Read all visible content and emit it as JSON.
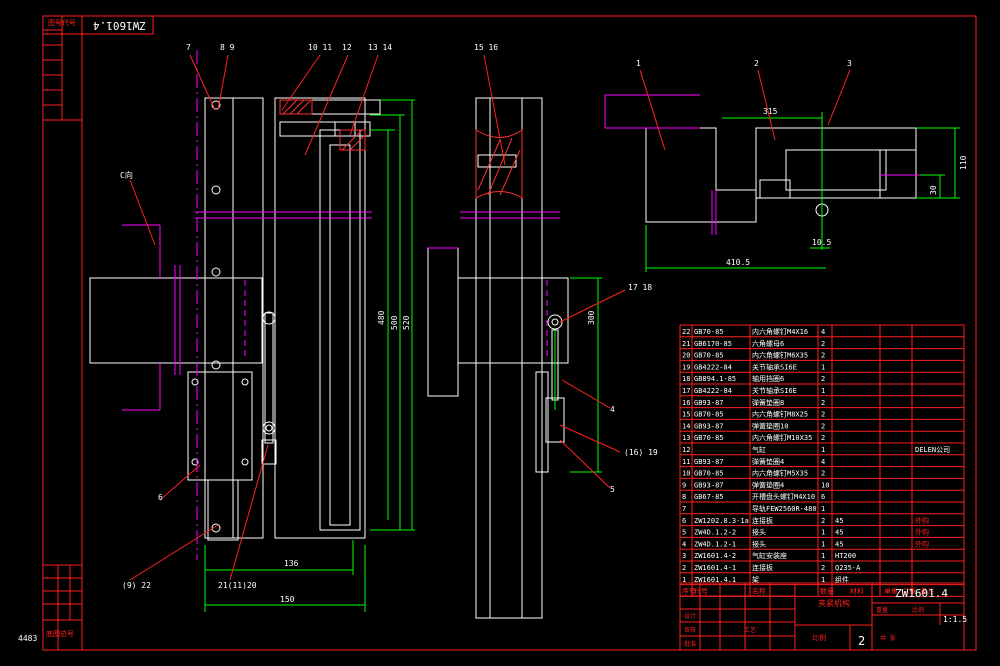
{
  "colors": {
    "background": "#000000",
    "frame": "#ff2020",
    "part": "#ffffff",
    "center": "#ff00ff",
    "dim": "#00ff00",
    "leader": "#ff2020",
    "hatch": "#ff3030",
    "text": "#ffffff"
  },
  "stamp_top": "ZW1601.4",
  "corner_number": "4483",
  "balloons_front": {
    "b7": "7",
    "b89": "8 9",
    "b1011": "10 11",
    "b12": "12",
    "b1314": "13 14",
    "b6": "6",
    "b22": "(9) 22",
    "b21": "21(11)20",
    "c_left": "C向"
  },
  "dims_front": {
    "d136": "136",
    "d150": "150",
    "d480": "480",
    "d500": "500",
    "d520": "520"
  },
  "balloons_side": {
    "b1516": "15 16",
    "b1718": "17 18",
    "b4": "4",
    "b19": "(16)  19",
    "b5": "5"
  },
  "dims_side": {
    "d300": "300"
  },
  "balloons_c": {
    "b1": "1",
    "b2": "2",
    "b3": "3"
  },
  "dims_c": {
    "d315": "315",
    "d110": "110",
    "d30": "30",
    "d105": "10.5",
    "d4105": "410.5"
  },
  "bom": [
    {
      "no": "22",
      "code": "GB70-85",
      "name": "内六角螺钉M4X16",
      "qty": "4",
      "mat": "",
      "remark": ""
    },
    {
      "no": "21",
      "code": "GB6170-85",
      "name": "六角螺母6",
      "qty": "2",
      "mat": "",
      "remark": ""
    },
    {
      "no": "20",
      "code": "GB70-85",
      "name": "内六角螺钉M6X35",
      "qty": "2",
      "mat": "",
      "remark": ""
    },
    {
      "no": "19",
      "code": "GB4222-84",
      "name": "关节轴承SI6E",
      "qty": "1",
      "mat": "",
      "remark": ""
    },
    {
      "no": "18",
      "code": "GB894.1-85",
      "name": "轴用挡圈6",
      "qty": "2",
      "mat": "",
      "remark": ""
    },
    {
      "no": "17",
      "code": "GB4222-84",
      "name": "关节轴承SI6E",
      "qty": "1",
      "mat": "",
      "remark": ""
    },
    {
      "no": "16",
      "code": "GB93-87",
      "name": "弹簧垫圈8",
      "qty": "2",
      "mat": "",
      "remark": ""
    },
    {
      "no": "15",
      "code": "GB70-85",
      "name": "内六角螺钉M8X25",
      "qty": "2",
      "mat": "",
      "remark": ""
    },
    {
      "no": "14",
      "code": "GB93-87",
      "name": "弹簧垫圈10",
      "qty": "2",
      "mat": "",
      "remark": ""
    },
    {
      "no": "13",
      "code": "GB70-85",
      "name": "内六角螺钉M10X35",
      "qty": "2",
      "mat": "",
      "remark": ""
    },
    {
      "no": "12",
      "code": "",
      "name": "气缸",
      "qty": "1",
      "mat": "",
      "remark": "DELEN公司"
    },
    {
      "no": "11",
      "code": "GB93-87",
      "name": "弹簧垫圈4",
      "qty": "4",
      "mat": "",
      "remark": ""
    },
    {
      "no": "10",
      "code": "GB70-85",
      "name": "内六角螺钉M5X35",
      "qty": "2",
      "mat": "",
      "remark": ""
    },
    {
      "no": "9",
      "code": "GB93-87",
      "name": "弹簧垫圈4",
      "qty": "10",
      "mat": "",
      "remark": ""
    },
    {
      "no": "8",
      "code": "GB67-85",
      "name": "开槽盘头螺钉M4X10",
      "qty": "6",
      "mat": "",
      "remark": ""
    },
    {
      "no": "7",
      "code": "",
      "name": "导轨FEW2560R-480",
      "qty": "1",
      "mat": "",
      "remark": ""
    },
    {
      "no": "6",
      "code": "ZW1202.8.3-1a",
      "name": "连接板",
      "qty": "2",
      "mat": "45",
      "remark": "外购"
    },
    {
      "no": "5",
      "code": "ZW4D.1.2-2",
      "name": "接头",
      "qty": "1",
      "mat": "45",
      "remark": "外购"
    },
    {
      "no": "4",
      "code": "ZW4D.1.2-1",
      "name": "接头",
      "qty": "1",
      "mat": "45",
      "remark": "外购"
    },
    {
      "no": "3",
      "code": "ZW1601.4-2",
      "name": "气缸安装座",
      "qty": "1",
      "mat": "HT200",
      "remark": ""
    },
    {
      "no": "2",
      "code": "ZW1601.4-1",
      "name": "连接板",
      "qty": "2",
      "mat": "Q235-A",
      "remark": ""
    },
    {
      "no": "1",
      "code": "ZW1601.4.1",
      "name": "架",
      "qty": "1",
      "mat": "组件",
      "remark": ""
    }
  ],
  "bom_header": {
    "no": "序号",
    "code": "代号",
    "name": "名称",
    "qty": "数量",
    "mat": "材料",
    "remark": "单重 总重 备注"
  },
  "title_block": {
    "drawing_no": "ZW1601.4",
    "name": "夹紧机构",
    "scale": "1:1.5",
    "sheet": "2",
    "design": "设计",
    "check": "审核",
    "process": "工艺",
    "approve": "批准",
    "weight": "重量",
    "ratio": "比例",
    "count": "共 张",
    "label": "比例"
  },
  "left_strip": {
    "top": "图号代号",
    "bottom": "底图总号"
  }
}
